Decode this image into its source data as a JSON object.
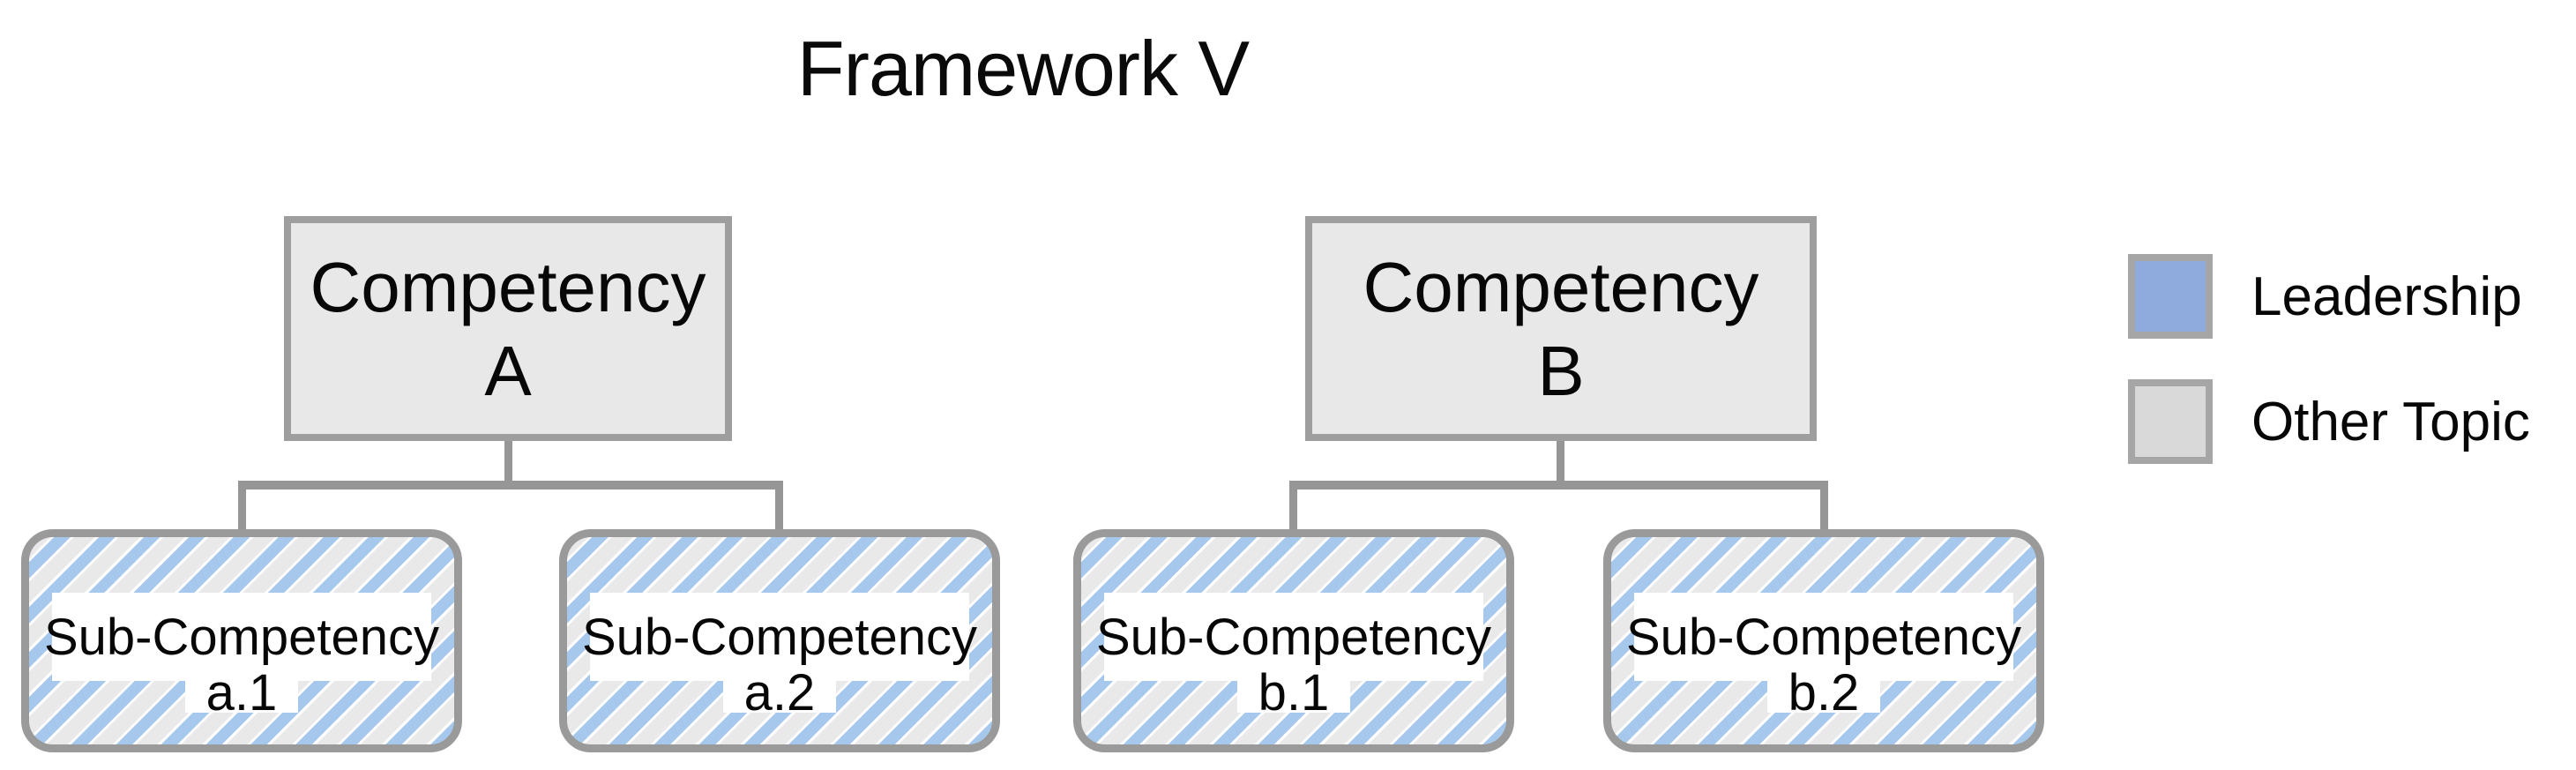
{
  "title": "Framework V",
  "diagram": {
    "trees": [
      {
        "competency": {
          "line1": "Competency",
          "line2": "A"
        },
        "children": [
          {
            "line1": "Sub-Competency",
            "line2": "a.1"
          },
          {
            "line1": "Sub-Competency",
            "line2": "a.2"
          }
        ]
      },
      {
        "competency": {
          "line1": "Competency",
          "line2": "B"
        },
        "children": [
          {
            "line1": "Sub-Competency",
            "line2": "b.1"
          },
          {
            "line1": "Sub-Competency",
            "line2": "b.2"
          }
        ]
      }
    ]
  },
  "legend": {
    "items": [
      {
        "label": "Leadership",
        "color": "#8faadc"
      },
      {
        "label": "Other Topic",
        "color": "#d9d9d9"
      }
    ]
  },
  "colors": {
    "competency_fill": "#e8e8e8",
    "box_border": "#9e9e9e",
    "connector": "#969696",
    "stripe_blue": "#a6c8ec",
    "stripe_gray": "#e9e9e9",
    "stripe_background": "#ffffff",
    "legend_swatch_border": "#a6a6a6",
    "text": "#070707",
    "background": "#ffffff"
  }
}
